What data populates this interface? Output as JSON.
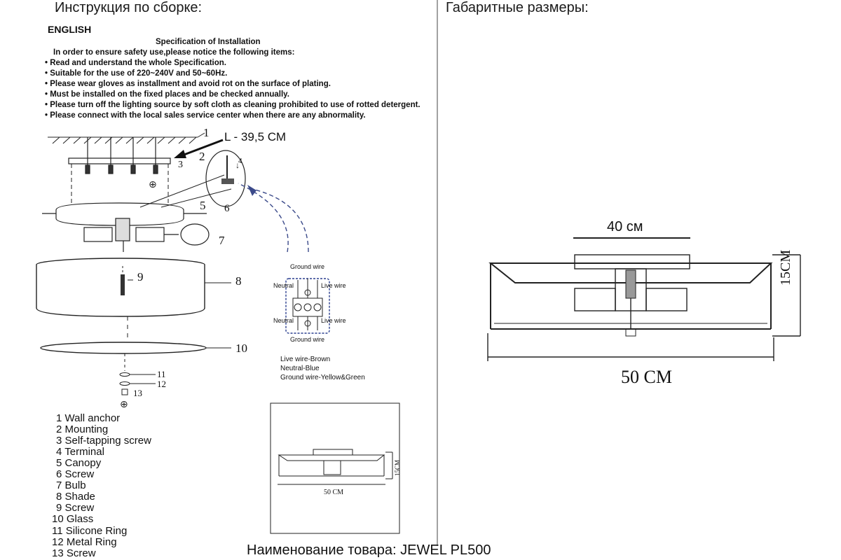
{
  "left_heading": "Инструкция по сборке:",
  "right_heading": "Габаритные размеры:",
  "language": "ENGLISH",
  "spec": {
    "title": "Specification of Installation",
    "intro": "In order to ensure safety use,please notice the following items:",
    "items": [
      "• Read and understand the whole Specification.",
      "• Suitable for the use of 220~240V and 50~60Hz.",
      "• Please wear gloves as installment and avoid rot on the surface of plating.",
      "• Must be installed on the fixed places and be checked annually.",
      "• Please turn off the lighting source by soft cloth as cleaning prohibited to use of rotted detergent.",
      "• Please connect with the local sales service center when there are any abnormality."
    ]
  },
  "length_label": "L - 39,5 СМ",
  "callouts": [
    "1",
    "2",
    "3",
    "4",
    "5",
    "6",
    "7",
    "8",
    "9",
    "10",
    "11",
    "12",
    "13"
  ],
  "wiring": {
    "ground_top": "Ground wire",
    "neutral_top": "Neutral",
    "live_top": "Live wire",
    "neutral_bottom": "Neutral",
    "live_bottom": "Live wire",
    "ground_bottom": "Ground wire"
  },
  "wire_legend": [
    "Live wire-Brown",
    "Neutral-Blue",
    "Ground wire-Yellow&Green"
  ],
  "parts": [
    "1 Wall anchor",
    "2 Mounting",
    "3 Self-tapping screw",
    "4 Terminal",
    "5 Canopy",
    "6 Screw",
    "7 Bulb",
    "8 Shade",
    "9 Screw",
    "10 Glass",
    "11 Silicone Ring",
    "12 Metal Ring",
    "13 Screw"
  ],
  "dimensions": {
    "top_width": "40 см",
    "height": "15CM",
    "width": "50 CM"
  },
  "thumbnail": {
    "height": "15CM",
    "width": "50 CM"
  },
  "product_name": "Наименование товара: JEWEL PL500"
}
